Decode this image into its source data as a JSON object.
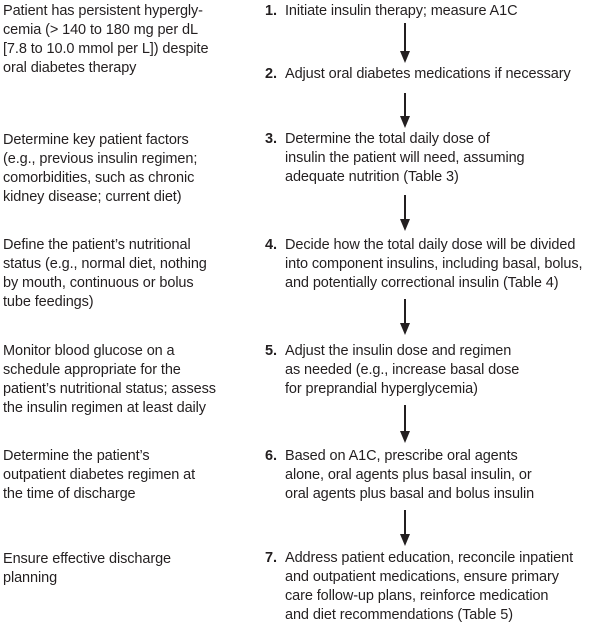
{
  "colors": {
    "background": "#ffffff",
    "text": "#231f20",
    "arrow": "#231f20"
  },
  "icons": {
    "arrow_down": "↓"
  },
  "left_notes": [
    {
      "text": "Patient has persistent hypergly-\ncemia (> 140 to 180 mg per dL\n[7.8 to 10.0 mmol per L]) despite\noral diabetes therapy"
    },
    {
      "text": "Determine key patient factors\n(e.g., previous insulin regimen;\ncomorbidities, such as chronic\nkidney disease; current diet)"
    },
    {
      "text": "Define the patient’s nutritional\nstatus (e.g., normal diet, nothing\nby mouth, continuous or bolus\ntube feedings)"
    },
    {
      "text": "Monitor blood glucose on a\nschedule appropriate for the\npatient’s nutritional status; assess\nthe insulin regimen at least daily"
    },
    {
      "text": "Determine the patient’s\noutpatient diabetes regimen at\nthe time of discharge"
    },
    {
      "text": "Ensure effective discharge\nplanning"
    }
  ],
  "steps": [
    {
      "num": "1.",
      "text": "Initiate insulin therapy; measure A1C"
    },
    {
      "num": "2.",
      "text": "Adjust oral diabetes medications if necessary"
    },
    {
      "num": "3.",
      "text": "Determine the total daily dose of\ninsulin the patient will need, assuming\nadequate nutrition (Table 3)"
    },
    {
      "num": "4.",
      "text": "Decide how the total daily dose will be divided\ninto component insulins, including basal, bolus,\nand potentially correctional insulin (Table 4)"
    },
    {
      "num": "5.",
      "text": "Adjust the insulin dose and regimen\nas needed (e.g., increase basal dose\nfor preprandial hyperglycemia)"
    },
    {
      "num": "6.",
      "text": "Based on A1C, prescribe oral agents\nalone, oral agents plus basal insulin, or\noral agents plus basal and bolus insulin"
    },
    {
      "num": "7.",
      "text": "Address patient education, reconcile inpatient\nand outpatient medications, ensure primary\ncare follow-up plans, reinforce medication\nand diet recommendations (Table 5)"
    }
  ]
}
